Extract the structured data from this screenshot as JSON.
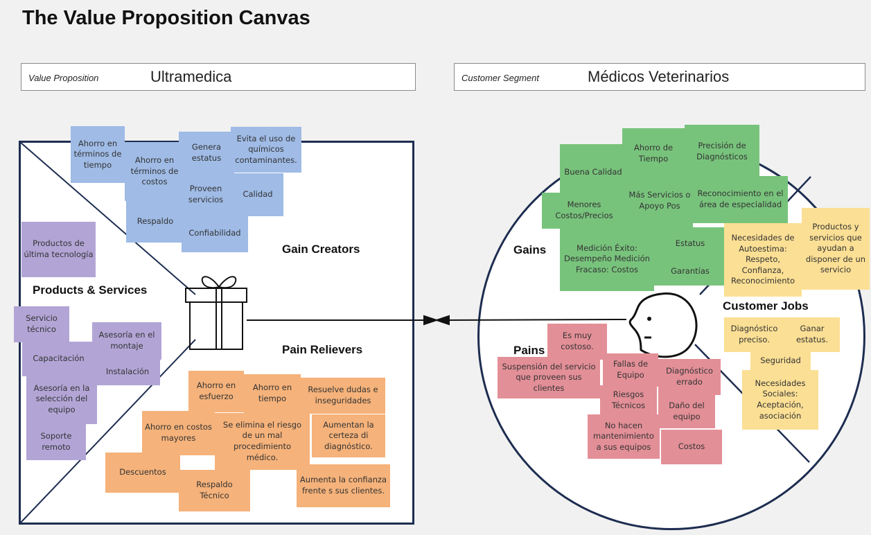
{
  "title": "The Value Proposition Canvas",
  "value_proposition": {
    "label": "Value Proposition",
    "value": "Ultramedica"
  },
  "customer_segment": {
    "label": "Customer Segment",
    "value": "Médicos Veterinarios"
  },
  "sections": {
    "gain_creators": "Gain Creators",
    "products_services": "Products & Services",
    "pain_relievers": "Pain Relievers",
    "gains": "Gains",
    "customer_jobs": "Customer Jobs",
    "pains": "Pains"
  },
  "colors": {
    "gain_creators": "#9fbbe6",
    "products_services": "#b2a5d6",
    "pain_relievers": "#f5b27a",
    "gains": "#78c37c",
    "customer_jobs": "#fbdf94",
    "pains": "#e38f97",
    "frame": "#1d2d50"
  },
  "icons": [
    "gift-icon",
    "customer-face-icon",
    "arrow-icon"
  ],
  "gain_creators": [
    "Ahorro en términos de tiempo",
    "Ahorro en términos de costos",
    "Genera estatus",
    "Evita el uso de químicos contaminantes.",
    "Proveen servicios",
    "Calidad",
    "Respaldo",
    "Confiabilidad"
  ],
  "products_services": [
    "Productos de última tecnología",
    "Servicio técnico",
    "Asesoría en el montaje",
    "Capacitación",
    "Instalación",
    "Asesoría en la selección del equipo",
    "Soporte remoto"
  ],
  "pain_relievers": [
    "Ahorro en esfuerzo",
    "Ahorro en tiempo",
    "Resuelve dudas e inseguridades",
    "Ahorro en costos mayores",
    "Se elimina el riesgo de un mal procedimiento médico.",
    "Aumentan la certeza di diagnóstico.",
    "Descuentos",
    "Respaldo Técnico",
    "Aumenta la confianza frente s sus clientes."
  ],
  "gains": [
    "Ahorro de Tiempo",
    "Precisión de Diagnósticos",
    "Buena Calidad",
    "Más Servicios o Apoyo Pos",
    "Reconocimiento en el área de especialidad",
    "Menores Costos/Precios",
    "Medición Éxito: Desempeño Medición Fracaso: Costos",
    "Estatus",
    "Garantías"
  ],
  "customer_jobs": [
    "Necesidades de Autoestima: Respeto, Confianza, Reconocimiento",
    "Productos y servicios que ayudan a disponer de un servicio",
    "Diagnóstico preciso.",
    "Ganar estatus.",
    "Seguridad",
    "Necesidades Sociales: Aceptación, asociación"
  ],
  "pains": [
    "Es muy costoso.",
    "Suspensión del servicio que proveen sus clientes",
    "Fallas de Equipo",
    "Diagnóstico errado",
    "Riesgos Técnicos",
    "Daño del equipo",
    "No hacen mantenimiento a sus equipos",
    "Costos"
  ]
}
